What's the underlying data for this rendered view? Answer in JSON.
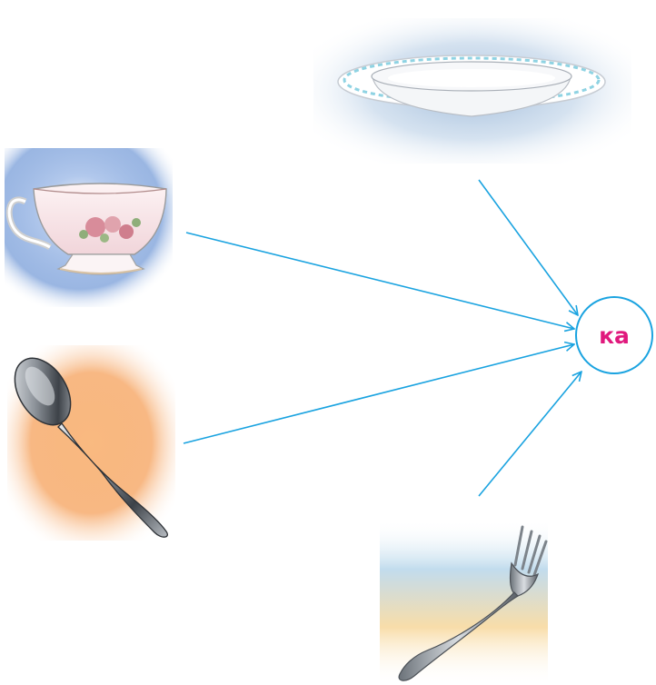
{
  "center": {
    "syllable": "ка"
  },
  "items": [
    {
      "id": "plate",
      "icon": "plate-icon"
    },
    {
      "id": "cup",
      "icon": "teacup-icon"
    },
    {
      "id": "spoon",
      "icon": "spoon-icon"
    },
    {
      "id": "fork",
      "icon": "fork-icon"
    }
  ],
  "colors": {
    "line": "#1aa3e0",
    "circle_stroke": "#1aa3e0",
    "syllable_text": "#e0197d",
    "plate_bg": "#9cb8d8",
    "cup_bg": "#6f97d6",
    "spoon_bg": "#f5a05a",
    "fork_bg": "#b7d6ea",
    "fork_bg_warm": "#f7d79a"
  }
}
